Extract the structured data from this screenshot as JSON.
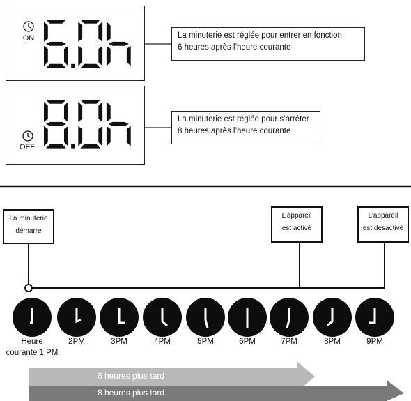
{
  "on_panel": {
    "mode_label": "ON",
    "display": "6.0h",
    "callout": [
      "La minuterie est réglée pour entrer en fonction",
      "6 heures après l’heure courante"
    ]
  },
  "off_panel": {
    "mode_label": "OFF",
    "display": "8.0h",
    "callout": [
      "La minuterie est réglée pour s’arrêter",
      "8 heures après l’heure courante"
    ]
  },
  "timeline": {
    "start_box": [
      "La minuterie",
      "démarre"
    ],
    "on_box": [
      "L’appareil",
      "est activé"
    ],
    "off_box": [
      "L’appareil",
      "est désactivé"
    ],
    "hours": [
      "Heure",
      "2PM",
      "3PM",
      "4PM",
      "5PM",
      "6PM",
      "7PM",
      "8PM",
      "9PM"
    ],
    "first_hour_sub": "courante 1 PM",
    "arrow_6h": "6 heures plus tard",
    "arrow_8h": "8 heures plus tard"
  },
  "colors": {
    "arrow_light": "#b8b8b8",
    "arrow_dark": "#7a7a7a",
    "clock": "#0d0d0d"
  },
  "icons": [
    "timer-icon",
    "clock-icon"
  ]
}
